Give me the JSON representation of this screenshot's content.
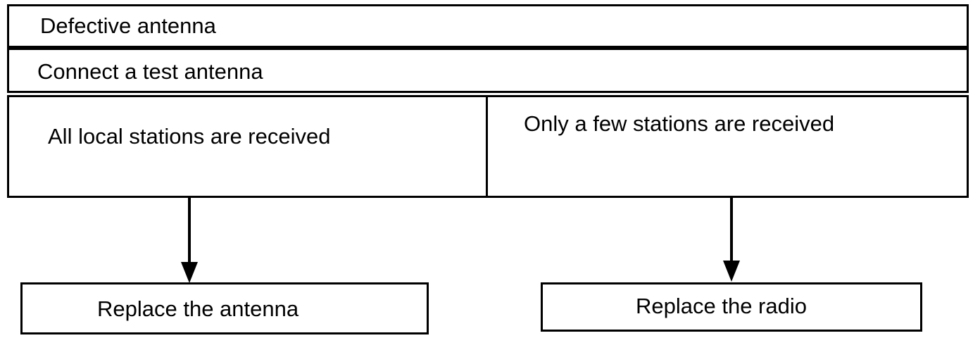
{
  "steps": {
    "problem": "Defective antenna",
    "test": "Connect a test antenna"
  },
  "outcomes": {
    "left": "All local stations are received",
    "right": "Only a few stations are received"
  },
  "actions": {
    "left": "Replace the antenna",
    "right": "Replace the radio"
  }
}
